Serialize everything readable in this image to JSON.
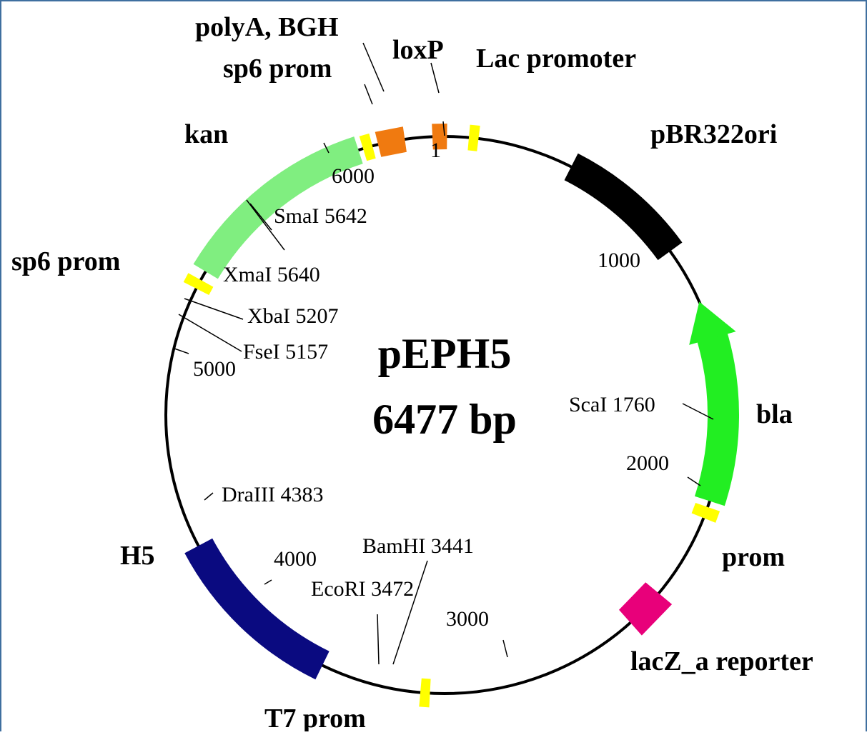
{
  "map": {
    "name": "pEPH5",
    "size": "6477 bp",
    "colors": {
      "backbone": "#000000",
      "frame": "#3f6f9f",
      "yellow": "#ffff00",
      "orange": "#f07a10",
      "black": "#000000",
      "light_green": "#80ee80",
      "green": "#22ee22",
      "navy": "#0a0a80",
      "pink": "#e8007a"
    },
    "features": [
      {
        "name": "polyA, BGH",
        "color": "#f07a10"
      },
      {
        "name": "loxP",
        "color": "#f07a10"
      },
      {
        "name": "Lac promoter",
        "color": "#ffff00"
      },
      {
        "name": "pBR322ori",
        "color": "#000000"
      },
      {
        "name": "bla",
        "color": "#22ee22"
      },
      {
        "name": "prom",
        "color": "#ffff00"
      },
      {
        "name": "lacZ_a reporter",
        "color": "#e8007a"
      },
      {
        "name": "T7 prom",
        "color": "#ffff00"
      },
      {
        "name": "H5",
        "color": "#0a0a80"
      },
      {
        "name": "sp6 prom",
        "color": "#ffff00"
      },
      {
        "name": "kan",
        "color": "#80ee80"
      },
      {
        "name": "sp6 prom",
        "color": "#ffff00"
      }
    ],
    "sites": [
      {
        "name": "SmaI 5642"
      },
      {
        "name": "XmaI 5640"
      },
      {
        "name": "XbaI 5207"
      },
      {
        "name": "FseI 5157"
      },
      {
        "name": "ScaI 1760"
      },
      {
        "name": "DraIII 4383"
      },
      {
        "name": "BamHI 3441"
      },
      {
        "name": "EcoRI 3472"
      }
    ],
    "ticks": [
      {
        "label": "1"
      },
      {
        "label": "1000"
      },
      {
        "label": "2000"
      },
      {
        "label": "3000"
      },
      {
        "label": "4000"
      },
      {
        "label": "5000"
      },
      {
        "label": "6000"
      }
    ]
  }
}
